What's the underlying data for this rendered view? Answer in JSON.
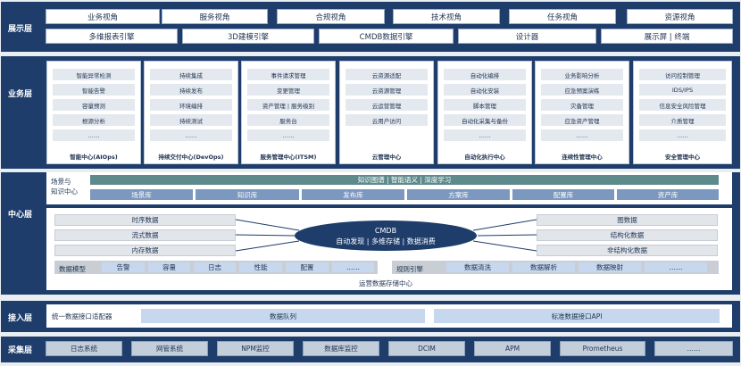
{
  "layers": {
    "display": "展示层",
    "business": "业务层",
    "center": "中心层",
    "access": "接入层",
    "collect": "采集层"
  },
  "display_row1": [
    "业务视角",
    "服务视角",
    "合规视角",
    "技术视角",
    "任务视角",
    "资源视角"
  ],
  "display_row2": [
    "多维报表引擎",
    "3D建模引擎",
    "CMDB数据引擎",
    "设计器",
    "展示屏 | 终端"
  ],
  "business_cards": [
    {
      "title": "智能中心(AIOps)",
      "items": [
        "智能异常检测",
        "智能告警",
        "容量预测",
        "根源分析",
        "……"
      ]
    },
    {
      "title": "持续交付中心(DevOps)",
      "items": [
        "持续集成",
        "持续发布",
        "环境编排",
        "持续测试",
        "……"
      ]
    },
    {
      "title": "服务管理中心(ITSM)",
      "items": [
        "事件请求管理",
        "变更管理",
        "资产管理 | 服务级别",
        "服务台",
        "……"
      ]
    },
    {
      "title": "云管理中心",
      "items": [
        "云资源适配",
        "云资源管理",
        "云运营管理",
        "云用户访问",
        ""
      ]
    },
    {
      "title": "自动化执行中心",
      "items": [
        "自动化编排",
        "自动化安装",
        "脚本管理",
        "自动化采集与备份",
        "……"
      ]
    },
    {
      "title": "连续性管理中心",
      "items": [
        "业务影响分析",
        "应急预案演练",
        "灾备管理",
        "应急资产管理",
        "……"
      ]
    },
    {
      "title": "安全管理中心",
      "items": [
        "访问控制管理",
        "IDS/IPS",
        "信息安全风险管理",
        "介质管理",
        "……"
      ]
    }
  ],
  "center": {
    "scene_label": "场景与\n知识中心",
    "knowledge_bar": "知识图谱 | 智能语义 | 深度学习",
    "libraries": [
      "场景库",
      "知识库",
      "发布库",
      "方案库",
      "配置库",
      "资产库"
    ],
    "left_data": [
      "时序数据",
      "流式数据",
      "内存数据"
    ],
    "right_data": [
      "图数据",
      "结构化数据",
      "非结构化数据"
    ],
    "cmdb_title": "CMDB",
    "cmdb_sub": "自动发现 | 多维存储 | 数据消费",
    "model_label": "数据模型",
    "models": [
      "告警",
      "容量",
      "日志",
      "性能",
      "配置",
      "……"
    ],
    "rule_label": "规则引擎",
    "rules": [
      "数据清洗",
      "数据解析",
      "数据映射",
      "……"
    ],
    "storage_label": "运营数据存储中心"
  },
  "access": {
    "adapter": "统一数据接口适配器",
    "queue": "数据队列",
    "api": "标准数据接口API"
  },
  "collect_items": [
    "日志系统",
    "网管系统",
    "NPM监控",
    "数据库监控",
    "DCIM",
    "APM",
    "Prometheus",
    "……"
  ]
}
